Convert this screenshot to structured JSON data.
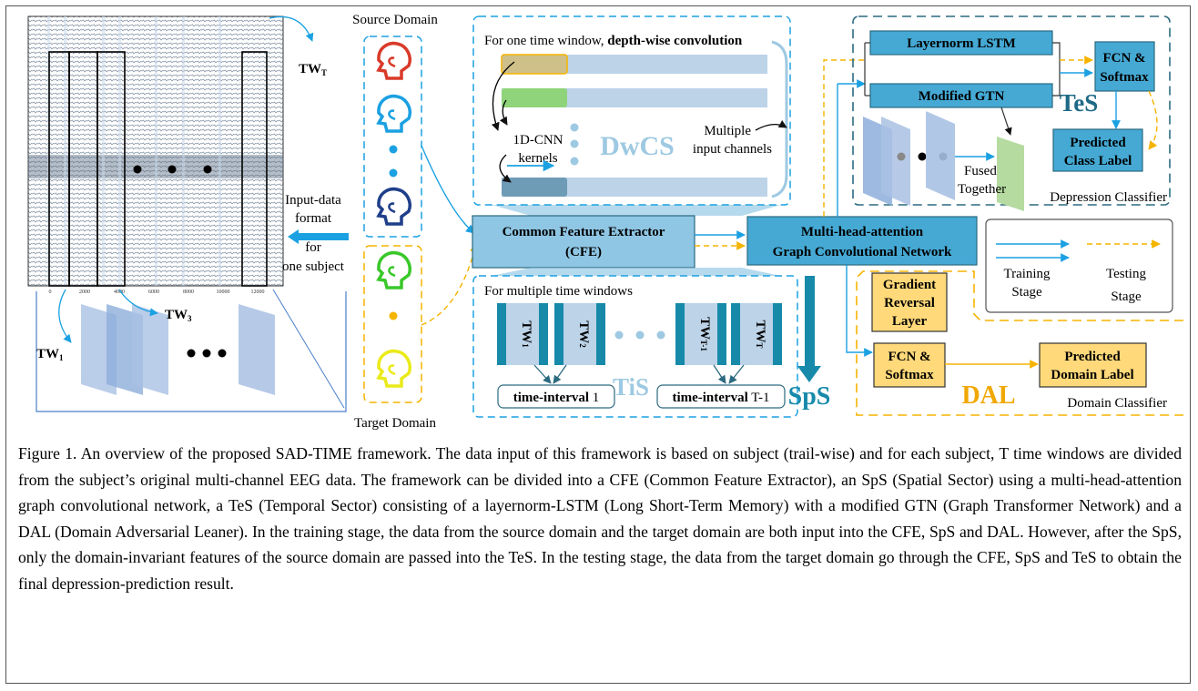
{
  "eeg": {
    "tw_t": "TW",
    "tw_t_sub": "T",
    "tw_3": "TW",
    "tw_3_sub": "3",
    "tw_1": "TW",
    "tw_1_sub": "1",
    "x_ticks": [
      "0",
      "2000",
      "4000",
      "6000",
      "8000",
      "10000",
      "12000"
    ]
  },
  "input_format": {
    "line1": "Input-data",
    "line2": "format",
    "line3": "for",
    "line4": "one subject"
  },
  "domains": {
    "source": "Source Domain",
    "target": "Target Domain"
  },
  "dwcs": {
    "heading_normal": "For one time window, ",
    "heading_bold": "depth-wise convolution",
    "kernels_line1": "1D-CNN",
    "kernels_line2": "kernels",
    "label": "DwCS",
    "channels_line1": "Multiple",
    "channels_line2": "input channels"
  },
  "cfe": {
    "line1": "Common Feature Extractor",
    "line2": "(CFE)"
  },
  "tis": {
    "heading": "For multiple time windows",
    "tw_1": "TW",
    "tw_1_sub": "1",
    "tw_2": "TW",
    "tw_2_sub": "2",
    "tw_t1": "TW",
    "tw_t1_sub": "T-1",
    "tw_t": "TW",
    "tw_t_sub": "T",
    "label": "TiS",
    "interval_1_bold": "time-interval",
    "interval_1_num": " 1",
    "interval_t_bold": "time-interval",
    "interval_t_num": " T-1"
  },
  "sps": {
    "label": "SpS",
    "gcn_line1": "Multi-head-attention",
    "gcn_line2": "Graph Convolutional Network"
  },
  "tes": {
    "lstm": "Layernorm LSTM",
    "gtn": "Modified GTN",
    "fcn_line1": "FCN &",
    "fcn_line2": "Softmax",
    "label": "TeS",
    "pred_line1": "Predicted",
    "pred_line2": "Class Label",
    "fused_line1": "Fused",
    "fused_line2": "Together",
    "classifier": "Depression Classifier"
  },
  "legend": {
    "training_line1": "Training",
    "training_line2": "Stage",
    "testing_line1": "Testing",
    "testing_line2": "Stage"
  },
  "dal": {
    "grl_line1": "Gradient",
    "grl_line2": "Reversal",
    "grl_line3": "Layer",
    "fcn_line1": "FCN &",
    "fcn_line2": "Softmax",
    "pred_line1": "Predicted",
    "pred_line2": "Domain Label",
    "label": "DAL",
    "classifier": "Domain Classifier"
  },
  "colors": {
    "training": "#1ba1e2",
    "testing": "#f5b400",
    "box_blue": "#8fc6e4",
    "box_orange": "#ffd97a",
    "dark_teal": "#2b6a80",
    "label_blue": "#9ec9e2",
    "orange_text": "#f0a800"
  },
  "caption": "Figure 1. An overview of the proposed SAD-TIME framework. The data input of this framework is based on subject (trail-wise) and for each subject, T time windows are divided from the subject’s original multi-channel EEG data. The framework can be divided into a CFE (Common Feature Extractor), an SpS (Spatial Sector) using a multi-head-attention graph convolutional network, a TeS (Temporal Sector) consisting of a layernorm-LSTM (Long Short-Term Memory) with a modified GTN (Graph Transformer Network) and a DAL (Domain Adversarial Leaner). In the training stage, the data from the source domain and the target domain are both input into the CFE, SpS and DAL. However, after the SpS, only the domain-invariant features of the source domain are passed into the TeS. In the testing stage, the data from the target domain go through the CFE, SpS and TeS to obtain the final depression-prediction result."
}
